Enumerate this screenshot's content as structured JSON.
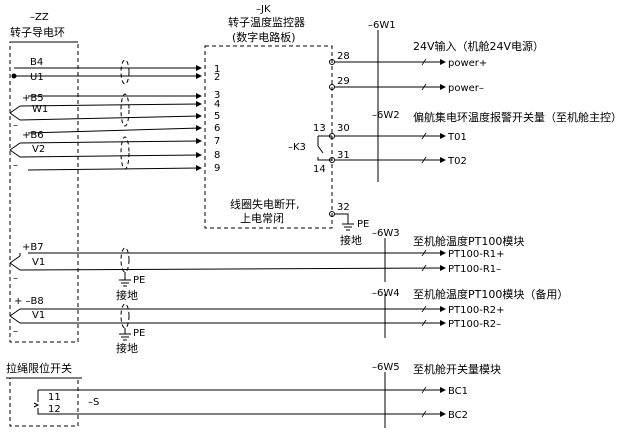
{
  "zz": {
    "ref": "–ZZ",
    "title": "转子导电环"
  },
  "jk": {
    "ref": "–JK",
    "title1": "转子温度监控器",
    "title2": "(数字电路板)"
  },
  "zz_terms": [
    "B4",
    "U1",
    "+B5",
    "W1",
    "+B6",
    "V2",
    "+B7",
    "V1",
    "+ –B8",
    "V1"
  ],
  "minus": "–",
  "plus": "+",
  "jk_left": [
    "1",
    "2",
    "3",
    "4",
    "5",
    "6",
    "7",
    "8",
    "9"
  ],
  "jk_right": [
    "28",
    "29",
    "30",
    "31",
    "13",
    "14",
    "32"
  ],
  "k3": "–K3",
  "coil_note1": "线圈失电断开,",
  "coil_note2": "上电常闭",
  "pe": "PE",
  "ground": "接地",
  "cables": [
    "–6W1",
    "–6W2",
    "–6W3",
    "–6W4",
    "–6W5"
  ],
  "heads": [
    "24V输入（机舱24V电源）",
    "偏航集电环温度报警开关量（至机舱主控）",
    "至机舱温度PT100模块",
    "至机舱温度PT100模块（备用）",
    "至机舱开关量模块"
  ],
  "signals": [
    "power+",
    "power–",
    "T01",
    "T02",
    "PT100-R1+",
    "PT100-R1–",
    "PT100-R2+",
    "PT100-R2–",
    "BC1",
    "BC2"
  ],
  "switch": {
    "title": "拉绳限位开关",
    "t11": "11",
    "t12": "12",
    "ref": "–S"
  }
}
